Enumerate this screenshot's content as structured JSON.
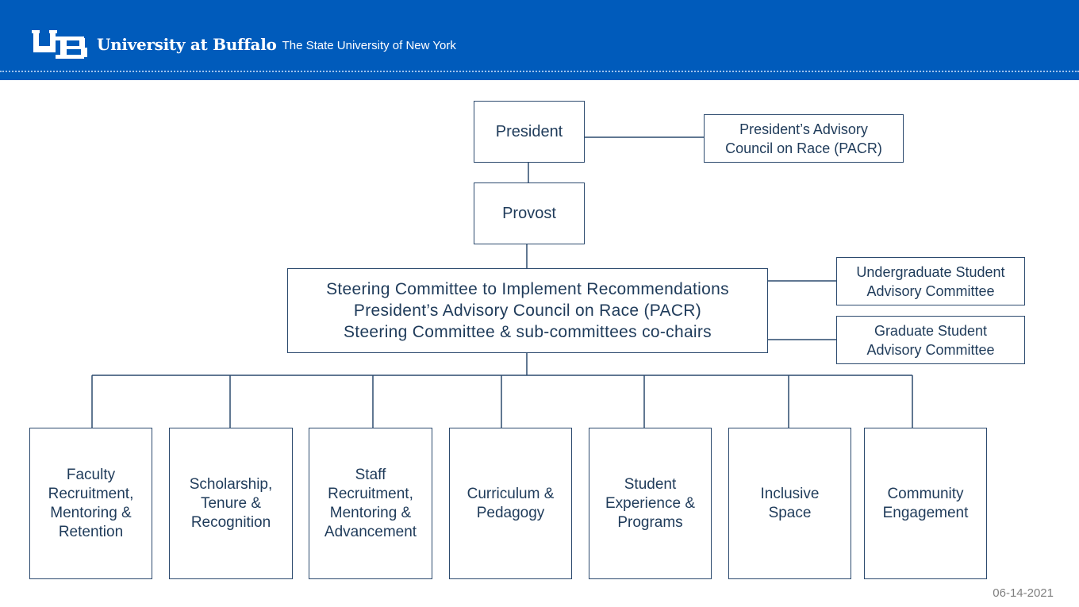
{
  "header": {
    "logo_name": "University at Buffalo",
    "logo_subtitle": "The State University of New York",
    "brand_color": "#005bbb"
  },
  "org_chart": {
    "president": "President",
    "advisory_council": [
      "President’s Advisory",
      "Council on Race (PACR)"
    ],
    "provost": "Provost",
    "steering": [
      "Steering Committee to Implement  Recommendations",
      "President’s Advisory Council on Race (PACR)",
      "Steering Committee & sub-committees co-chairs"
    ],
    "undergrad_committee": [
      "Undergraduate Student",
      "Advisory Committee"
    ],
    "graduate_committee": [
      "Graduate Student",
      "Advisory Committee"
    ],
    "subcommittees": [
      [
        "Faculty",
        "Recruitment,",
        "Mentoring &",
        "Retention"
      ],
      [
        "Scholarship,",
        "Tenure &",
        "Recognition"
      ],
      [
        "Staff",
        "Recruitment,",
        "Mentoring &",
        "Advancement"
      ],
      [
        "Curriculum &",
        "Pedagogy"
      ],
      [
        "Student",
        "Experience &",
        "Programs"
      ],
      [
        "Inclusive",
        "Space"
      ],
      [
        "Community",
        "Engagement"
      ]
    ]
  },
  "footer": {
    "date": "06-14-2021"
  }
}
